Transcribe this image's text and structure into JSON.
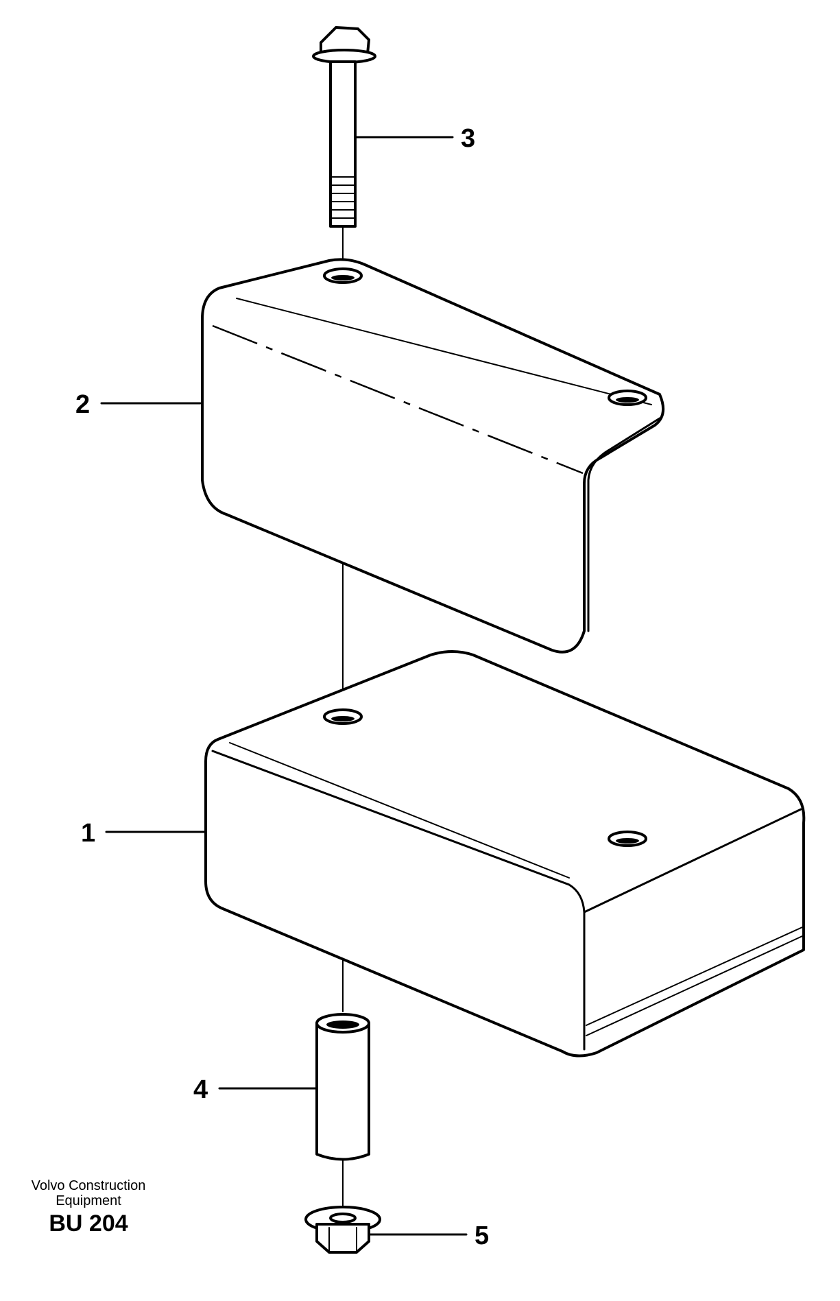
{
  "parts": [
    {
      "number": "1",
      "part": "box"
    },
    {
      "number": "2",
      "part": "bracket"
    },
    {
      "number": "3",
      "part": "flange bolt"
    },
    {
      "number": "4",
      "part": "spacer sleeve"
    },
    {
      "number": "5",
      "part": "flange nut"
    }
  ],
  "footer": {
    "company_line1": "Volvo Construction",
    "company_line2": "Equipment",
    "code": "BU 204"
  }
}
